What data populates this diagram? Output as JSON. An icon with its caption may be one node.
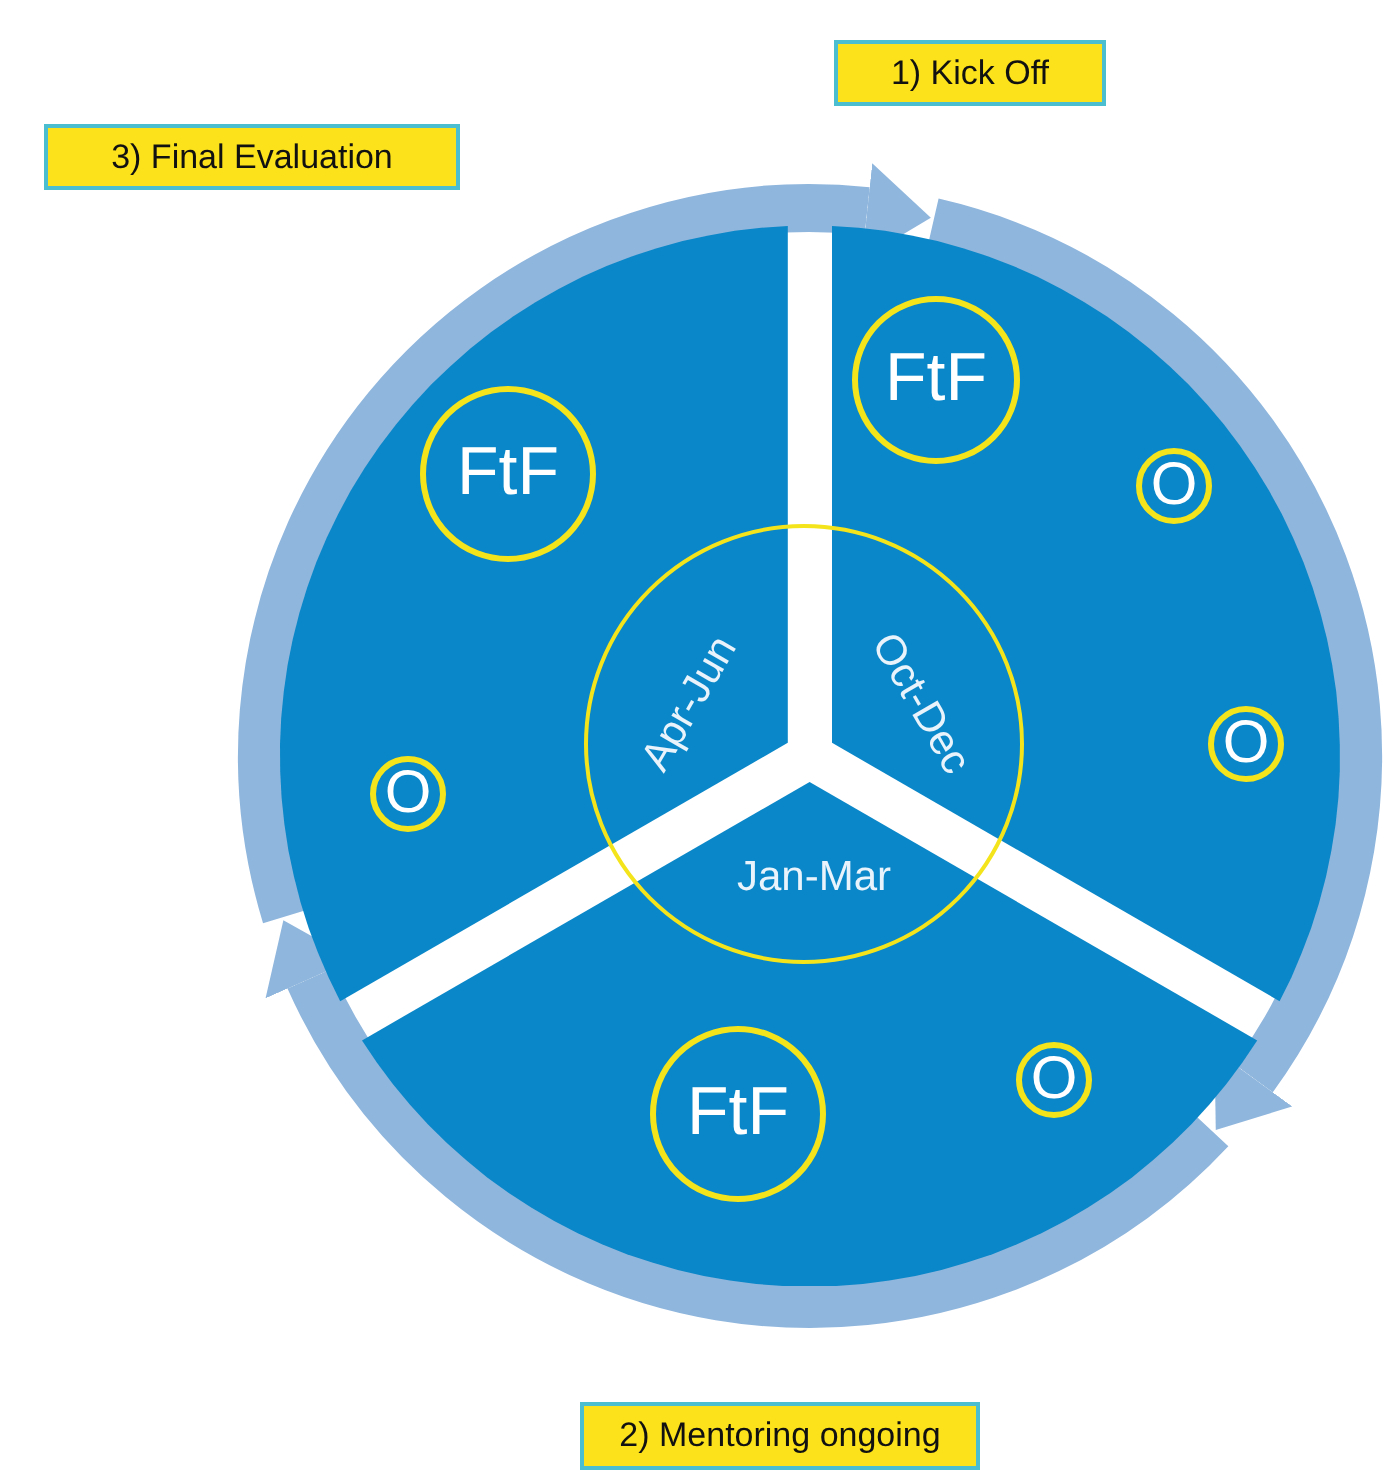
{
  "diagram": {
    "nodes": [
      {
        "text": [
          "1) Kick Off"
        ]
      },
      {
        "text": [
          "3) Final Evaluation"
        ]
      },
      {
        "text": [],
        "shape": "wedge"
      },
      {
        "text": [],
        "shape": "wedge"
      },
      {
        "text": [
          "FtF"
        ],
        "in": 2
      },
      {
        "text": [
          "FtF"
        ],
        "in": 3
      },
      {
        "text": [
          "O"
        ],
        "in": 3
      },
      {
        "text": [
          "Apr-Jun",
          "Oct-Dec",
          "Jan-Mar"
        ]
      },
      {
        "text": [
          "O"
        ],
        "in": 3
      },
      {
        "text": [
          "O"
        ],
        "in": 2
      },
      {
        "text": [],
        "shape": "wedge"
      },
      {
        "text": [
          "O"
        ],
        "in": 10
      },
      {
        "text": [
          "FtF"
        ],
        "in": 10
      },
      {
        "text": [
          "2) Mentoring ongoing"
        ]
      }
    ],
    "edges": [
      {
        "from": 3,
        "to": 10,
        "arrow": "to"
      },
      {
        "from": 10,
        "to": 2,
        "arrow": "to"
      },
      {
        "from": 2,
        "to": 3,
        "arrow": "to"
      }
    ]
  }
}
